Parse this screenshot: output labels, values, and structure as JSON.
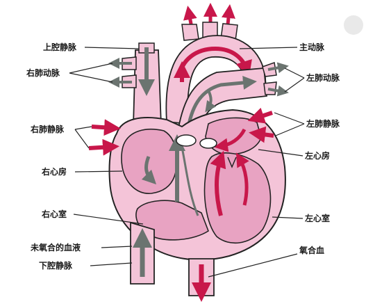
{
  "labels": {
    "superior_vena_cava": "上腔静脉",
    "right_pulmonary_artery": "右肺动脉",
    "right_pulmonary_veins": "右肺静脉",
    "right_atrium": "右心房",
    "right_ventricle": "右心室",
    "deoxygenated_blood": "未氧合的血液",
    "inferior_vena_cava": "下腔静脉",
    "aorta": "主动脉",
    "left_pulmonary_artery": "左肺动脉",
    "left_pulmonary_veins": "左肺静脉",
    "left_atrium": "左心房",
    "left_ventricle": "左心室",
    "oxygenated_blood": "氧合血"
  },
  "colors": {
    "tissue": "#f4c4d8",
    "chamber": "#e8a3c2",
    "outline": "#222222",
    "oxygenated_arrow": "#c8174a",
    "deoxygenated_arrow": "#6b7470"
  }
}
